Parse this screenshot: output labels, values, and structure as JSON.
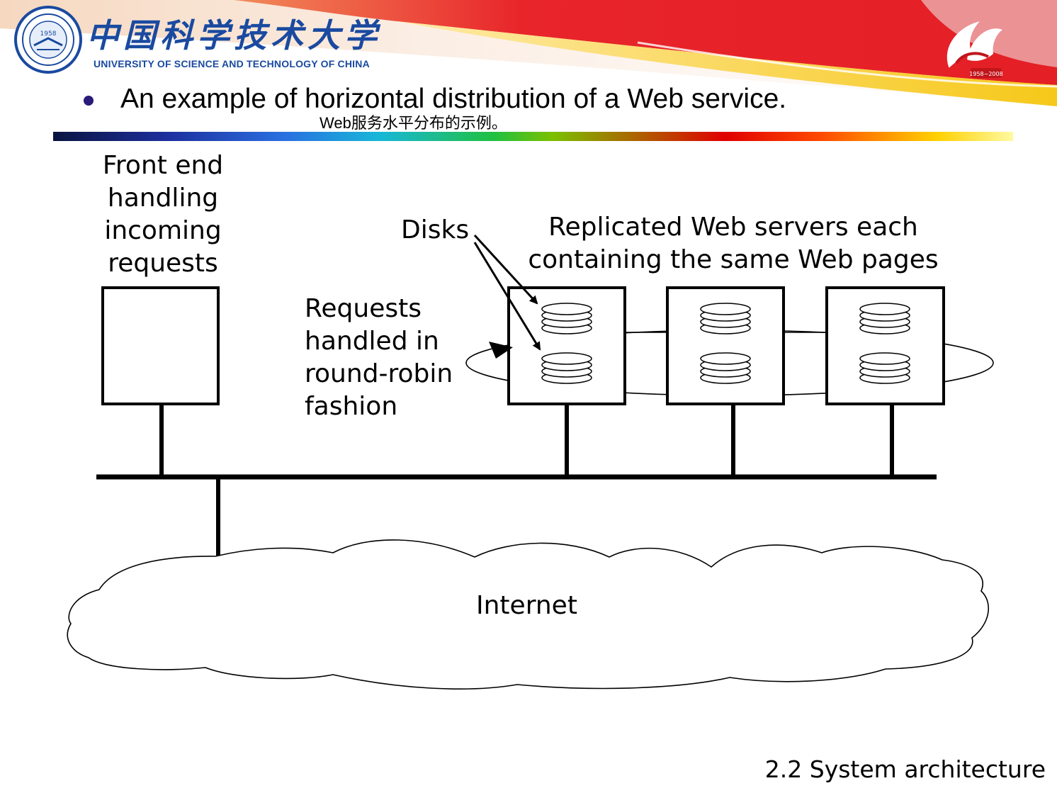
{
  "header": {
    "university_cn": "中国科学技术大学",
    "university_en": "UNIVERSITY OF SCIENCE AND TECHNOLOGY OF CHINA",
    "seal_year": "1958",
    "anniversary_years": "1958~2008"
  },
  "slide": {
    "title": "An example of horizontal distribution of a Web service.",
    "subtitle_cn": "Web服务水平分布的示例。",
    "footer": "2.2 System architecture"
  },
  "diagram": {
    "front_end_label": [
      "Front end",
      "handling",
      "incoming",
      "requests"
    ],
    "disks_label": "Disks",
    "replicated_label": [
      "Replicated Web servers each",
      "containing the same Web pages"
    ],
    "round_robin_label": [
      "Requests",
      "handled in",
      "round-robin",
      "fashion"
    ],
    "internet_label": "Internet"
  },
  "colors": {
    "brand_blue": "#1a4aa0",
    "header_red": "#e8252a",
    "bullet": "#2a1a7a"
  }
}
